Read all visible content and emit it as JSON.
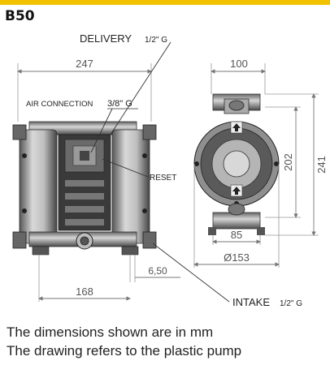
{
  "model_code": "B50",
  "callouts": {
    "delivery": "DELIVERY",
    "delivery_size": "1/2\" G",
    "air_connection": "AIR CONNECTION",
    "air_connection_size": "3/8\" G",
    "reset": "RESET",
    "intake": "INTAKE",
    "intake_size": "1/2\" G"
  },
  "dimensions": {
    "overall_width": "247",
    "intake_offset": "168",
    "foot_offset": "6,50",
    "side_width": "100",
    "foot_span": "85",
    "diameter": "Ø153",
    "port_distance": "202",
    "overall_height": "241"
  },
  "notes": [
    "The dimensions shown are in mm",
    "The drawing refers to the plastic pump"
  ],
  "colors": {
    "accent_bar": "#f2c200",
    "dimension_lines": "#8a8a8a",
    "pump_body": "#9a9a9a"
  }
}
